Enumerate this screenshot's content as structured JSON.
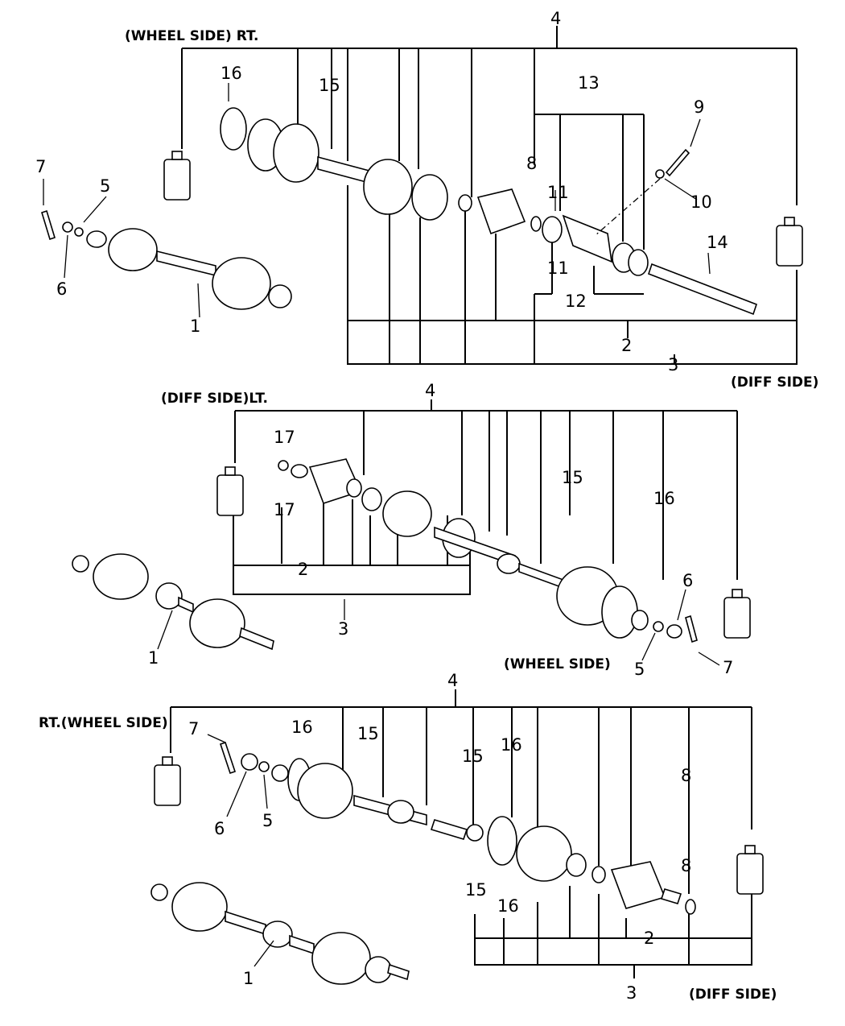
{
  "diagrams": [
    {
      "captions": {
        "top_left": "(WHEEL SIDE) RT.",
        "bottom_right": "(DIFF SIDE)"
      },
      "callouts": [
        "4",
        "16",
        "15",
        "13",
        "9",
        "8",
        "11",
        "10",
        "7",
        "5",
        "6",
        "1",
        "11",
        "14",
        "12",
        "2",
        "3"
      ]
    },
    {
      "captions": {
        "top_left": "(DIFF SIDE)LT.",
        "middle": "(WHEEL SIDE)"
      },
      "callouts": [
        "4",
        "17",
        "17",
        "15",
        "16",
        "2",
        "3",
        "1",
        "6",
        "5",
        "7"
      ]
    },
    {
      "captions": {
        "top_left": "RT.(WHEEL SIDE)",
        "bottom_right": "(DIFF SIDE)"
      },
      "callouts": [
        "4",
        "16",
        "15",
        "7",
        "15",
        "16",
        "8",
        "6",
        "5",
        "8",
        "15",
        "16",
        "2",
        "1",
        "3"
      ]
    }
  ]
}
